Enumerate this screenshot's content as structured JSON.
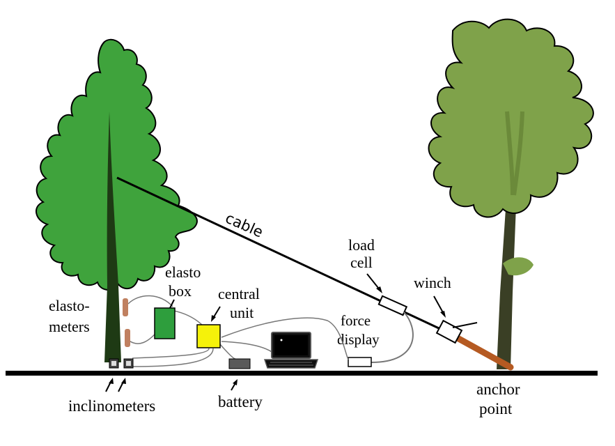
{
  "labels": {
    "cable": "cable",
    "load_cell_line1": "load",
    "load_cell_line2": "cell",
    "winch": "winch",
    "elasto_box_line1": "elasto",
    "elasto_box_line2": "box",
    "central_unit_line1": "central",
    "central_unit_line2": "unit",
    "elastometers_line1": "elasto-",
    "elastometers_line2": "meters",
    "force_display_line1": "force",
    "force_display_line2": "display",
    "inclinometers": "inclinometers",
    "battery": "battery",
    "anchor_point_line1": "anchor",
    "anchor_point_line2": "point"
  },
  "colors": {
    "test_tree_foliage": "#3fa33c",
    "test_tree_trunk": "#1e3a14",
    "anchor_tree_foliage": "#7fa24a",
    "anchor_tree_trunk": "#3a3f25",
    "elasto_box": "#2e9e3d",
    "central_unit": "#f5f20a",
    "winch_strap": "#b55a22",
    "elastometer_sensor": "#c08060",
    "battery": "#5a5a5a",
    "ground": "#000000"
  },
  "icons": {
    "computer": "laptop-icon",
    "sensor": "elastometer-icon",
    "box": "box-icon"
  }
}
